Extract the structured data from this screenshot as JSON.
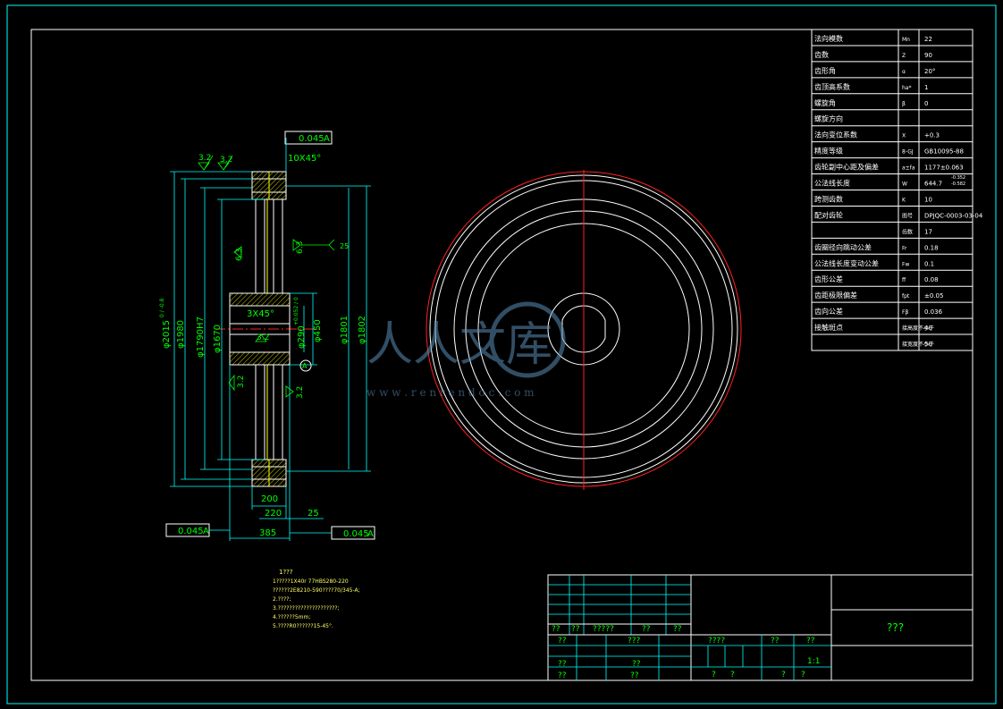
{
  "params": [
    {
      "name": "法向模数",
      "sym": "Mn",
      "val": "22"
    },
    {
      "name": "齿数",
      "sym": "Z",
      "val": "90"
    },
    {
      "name": "齿形角",
      "sym": "α",
      "val": "20°"
    },
    {
      "name": "齿顶高系数",
      "sym": "ha*",
      "val": "1"
    },
    {
      "name": "螺旋角",
      "sym": "β",
      "val": "0"
    },
    {
      "name": "螺旋方向",
      "sym": "",
      "val": ""
    },
    {
      "name": "法向变位系数",
      "sym": "X",
      "val": "+0.3"
    },
    {
      "name": "精度等级",
      "sym": "8-GJ",
      "val": "GB10095-88"
    },
    {
      "name": "齿轮副中心距及偏差",
      "sym": "a±fa",
      "val": "1177±0.063"
    },
    {
      "name": "公法线长度",
      "sym": "W",
      "val": "644.7"
    },
    {
      "name": "跨测齿数",
      "sym": "K",
      "val": "10"
    },
    {
      "name": "配对齿轮",
      "sym": "图号",
      "val": "DPJQC-0003-03-04"
    },
    {
      "name": "",
      "sym": "齿数",
      "val": "17"
    },
    {
      "name": "齿圈径向跳动公差",
      "sym": "Fr",
      "val": "0.18"
    },
    {
      "name": "公法线长度变动公差",
      "sym": "Fw",
      "val": "0.1"
    },
    {
      "name": "齿形公差",
      "sym": "ff",
      "val": "0.08"
    },
    {
      "name": "齿距极限偏差",
      "sym": "fpt",
      "val": "±0.05"
    },
    {
      "name": "齿向公差",
      "sym": "Fβ",
      "val": "0.036"
    },
    {
      "name": "接触斑点",
      "sym": "接高度不小于",
      "val": "40"
    },
    {
      "name": "",
      "sym": "接宽度不小于",
      "val": "50"
    }
  ],
  "w_tolerance": {
    "upper": "-0.352",
    "lower": "-0.582"
  },
  "dims": {
    "d_tip": "φ2015",
    "d_tip_tol": "0 / -0.8",
    "d_1980": "φ1980",
    "d_1790": "φ1790H7",
    "d_1670": "φ1670",
    "d_1801": "φ1801",
    "d_1802": "φ1802",
    "d_450": "φ450",
    "d_290": "φ290",
    "d_290_tol": "+0.052 / 0",
    "w_200": "200",
    "w_220": "220",
    "w_385": "385",
    "w_25": "25",
    "chamfer_top": "10X45°",
    "chamfer_hub": "3X45°",
    "tol_top": "0.045",
    "tol_left": "0.045",
    "tol_right": "0.045",
    "datum": "A",
    "rough_3_2": "3.2",
    "rough_6_3": "6.3",
    "rough_25": "25"
  },
  "notes": {
    "title": "1???",
    "lines": [
      "1?????1X40r 77HBS280-220",
      "??????2E8210-590????70/345-A;",
      "2.????;",
      "3.?????????????????????;",
      "4.??????5mm;",
      "5.????R0??????15-45°."
    ]
  },
  "titleblock": {
    "drawing_title": "???",
    "cells_row1": [
      "??",
      "??",
      "?????",
      "??",
      "??"
    ],
    "cells_left": [
      "??",
      "???",
      "??",
      "??",
      "??",
      "??"
    ],
    "cells_mid": [
      "????",
      "??",
      "??",
      "1:1",
      "?",
      "?",
      "?",
      "?"
    ]
  },
  "watermark": {
    "text": "人人文库",
    "url": "w w w . r e n r e n d o c . c o m"
  },
  "colors": {
    "bg": "#000000",
    "line": "#ffffff",
    "dim": "#00ffff",
    "text": "#00ff00",
    "center": "#ff2020",
    "hatch": "#ffff00"
  }
}
